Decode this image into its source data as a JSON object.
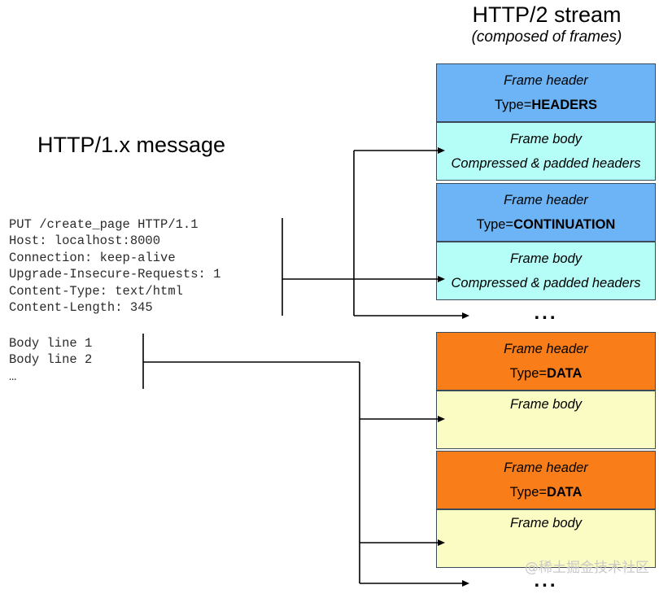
{
  "left": {
    "title": "HTTP/1.x message",
    "headers_text": "PUT /create_page HTTP/1.1\nHost: localhost:8000\nConnection: keep-alive\nUpgrade-Insecure-Requests: 1\nContent-Type: text/html\nContent-Length: 345",
    "body_text": "Body line 1\nBody line 2\n…"
  },
  "right": {
    "title_main": "HTTP/2 stream",
    "title_sub": "(composed of frames)",
    "ellipsis": "...",
    "frames": [
      {
        "header_label": "Frame header",
        "type_prefix": "Type=",
        "type_value": "HEADERS",
        "body_label": "Frame body",
        "body_sub": "Compressed & padded headers",
        "header_color": "#6cb4f5",
        "body_color": "#b5fdf7"
      },
      {
        "header_label": "Frame header",
        "type_prefix": "Type=",
        "type_value": "CONTINUATION",
        "body_label": "Frame body",
        "body_sub": "Compressed & padded headers",
        "header_color": "#6cb4f5",
        "body_color": "#b5fdf7"
      },
      {
        "header_label": "Frame header",
        "type_prefix": "Type=",
        "type_value": "DATA",
        "body_label": "Frame body",
        "body_sub": "",
        "header_color": "#f97d18",
        "body_color": "#fbfbc4"
      },
      {
        "header_label": "Frame header",
        "type_prefix": "Type=",
        "type_value": "DATA",
        "body_label": "Frame body",
        "body_sub": "",
        "header_color": "#f97d18",
        "body_color": "#fbfbc4"
      }
    ]
  },
  "watermark": "@稀土掘金技术社区"
}
